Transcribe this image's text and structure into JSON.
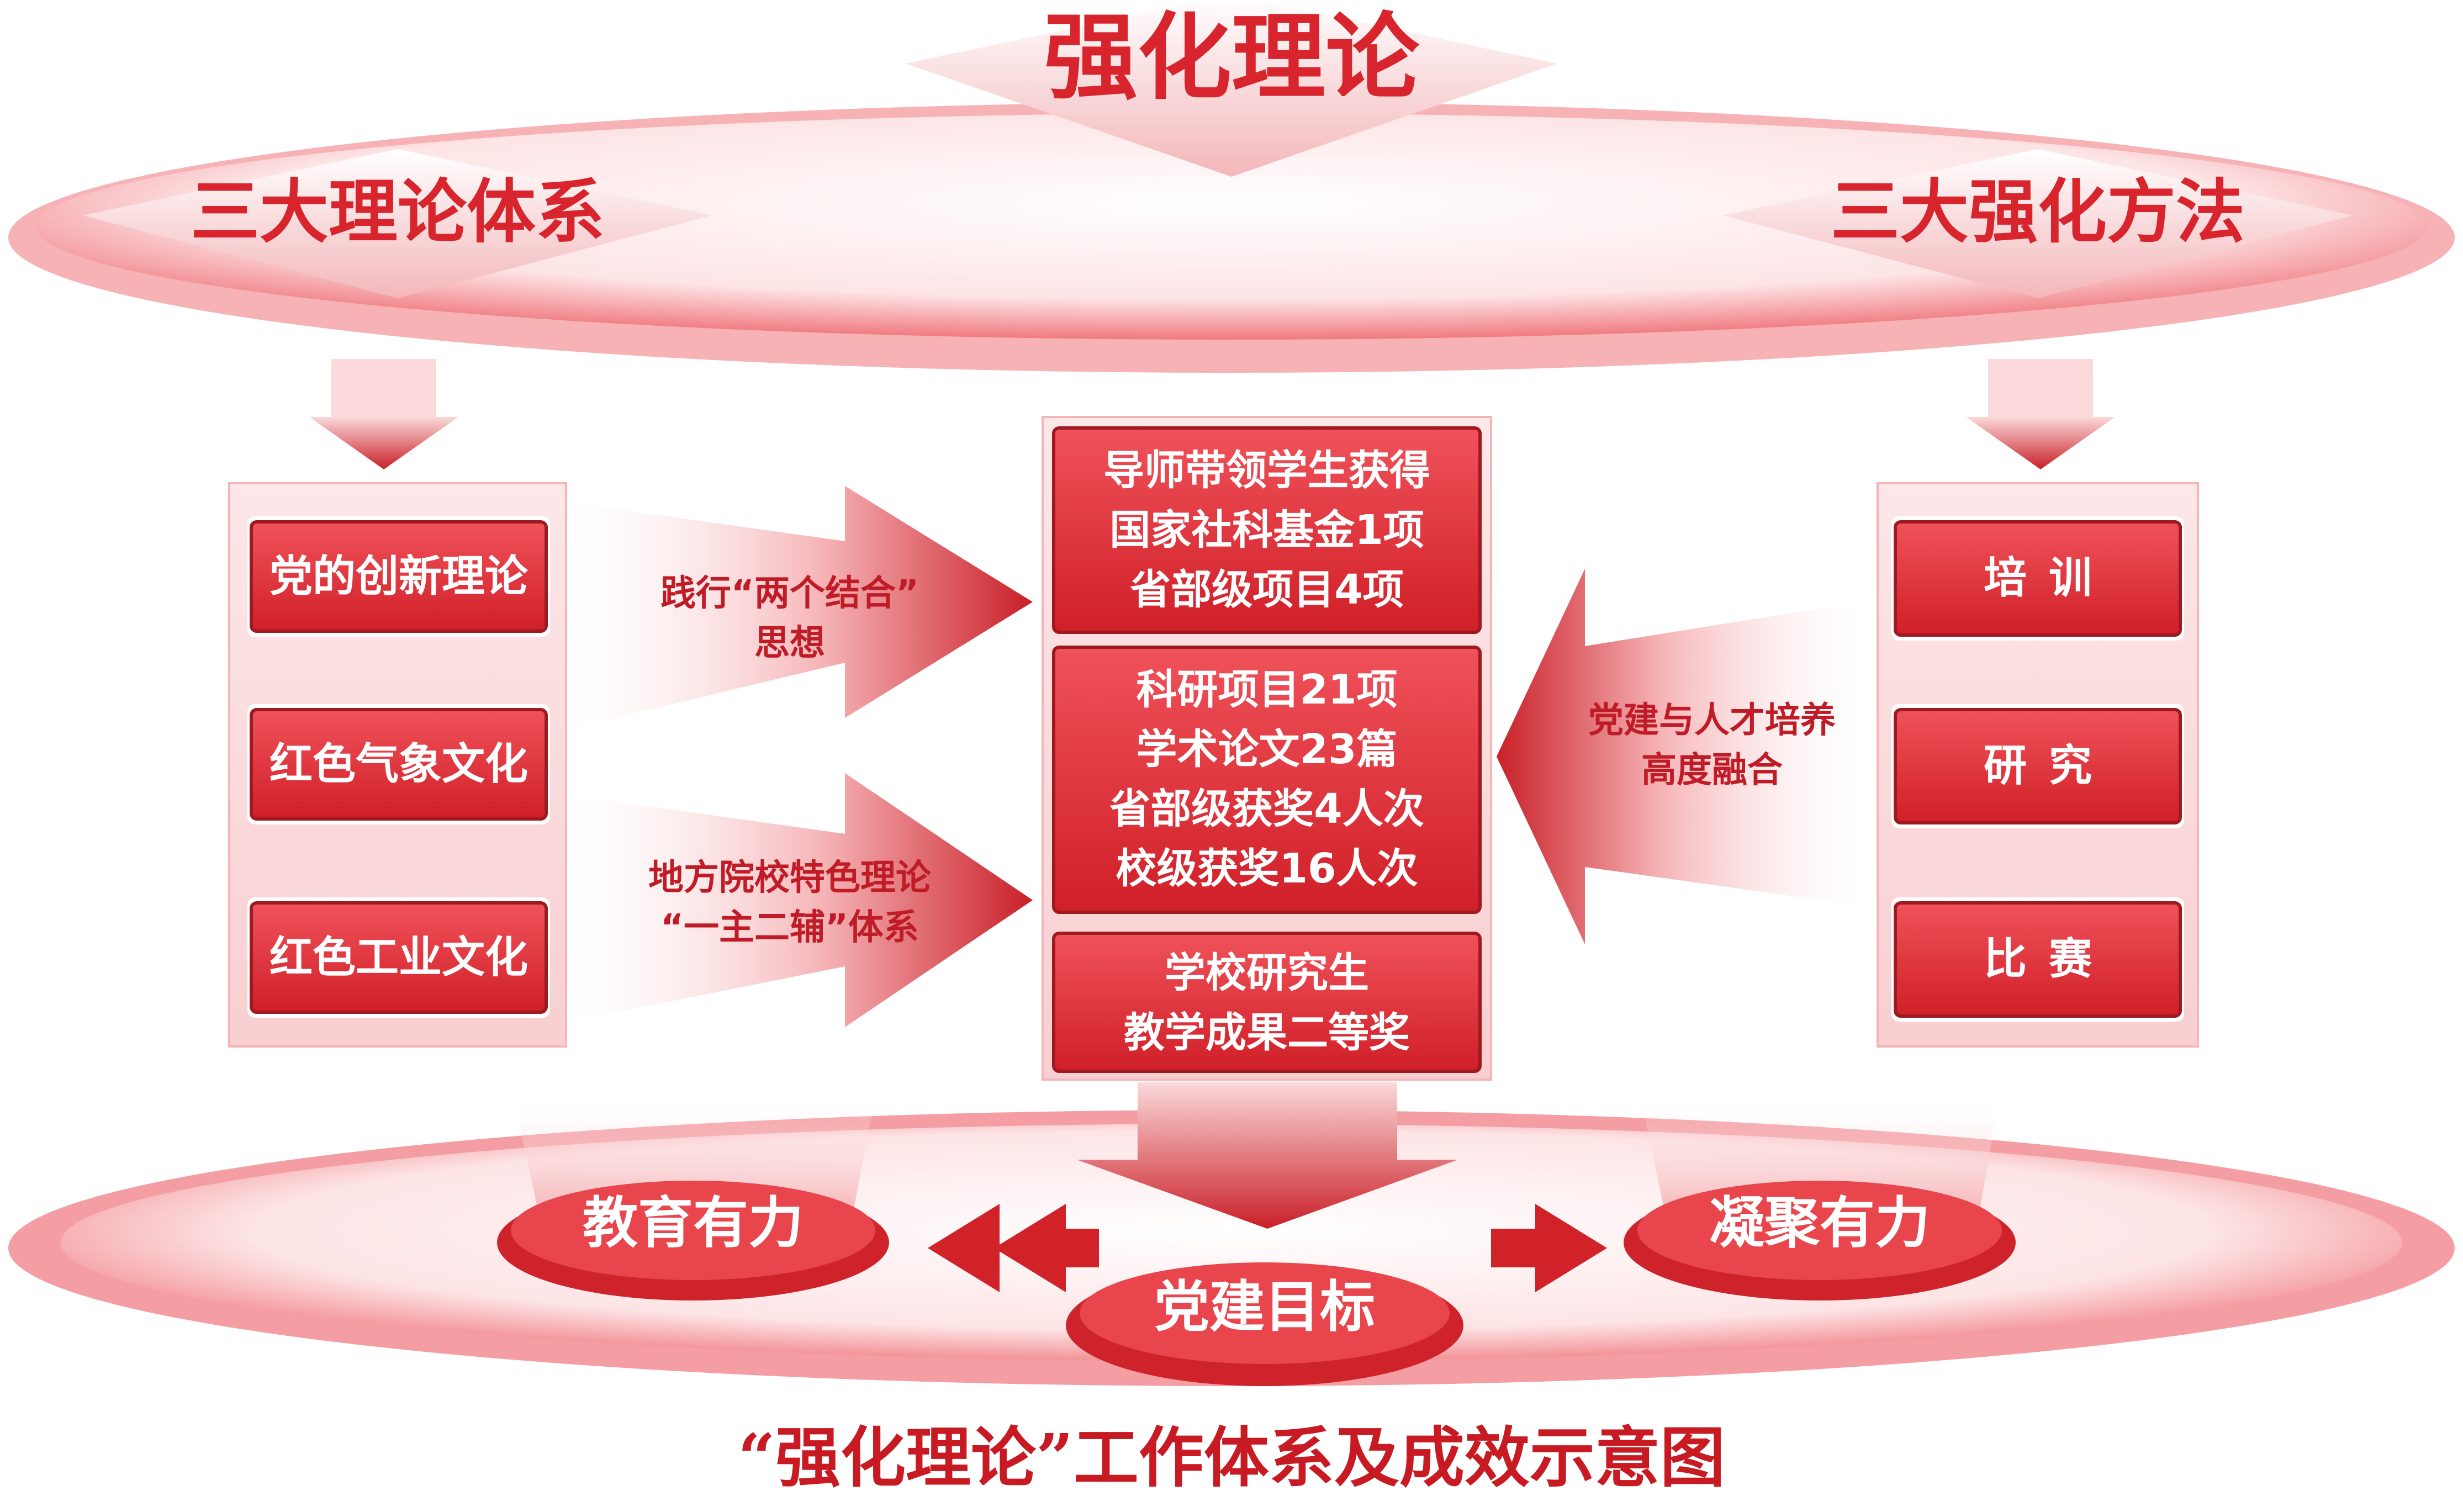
{
  "header": {
    "title": "强化理论",
    "left_title": "三大理论体系",
    "right_title": "三大强化方法"
  },
  "left_system": {
    "items": [
      "党的创新理论",
      "红色气象文化",
      "红色工业文化"
    ]
  },
  "right_methods": {
    "items": [
      "培训",
      "研究",
      "比赛"
    ]
  },
  "arrows": {
    "upper_left_lines": [
      "践行“两个结合”",
      "思想"
    ],
    "lower_left_lines": [
      "地方院校特色理论",
      "“一主二辅”体系"
    ],
    "right_lines": [
      "党建与人才培养",
      "高度融合"
    ]
  },
  "results": {
    "box1_lines": [
      "导师带领学生获得",
      "国家社科基金1项",
      "省部级项目4项"
    ],
    "box2_lines": [
      "科研项目21项",
      "学术论文23篇",
      "省部级获奖4人次",
      "校级获奖16人次"
    ],
    "box3_lines": [
      "学校研究生",
      "教学成果二等奖"
    ]
  },
  "goals": {
    "left": "教育有力",
    "center": "党建目标",
    "right": "凝聚有力"
  },
  "caption": "“强化理论”工作体系及成效示意图",
  "colors": {
    "primary_red": "#d8242c",
    "deep_red": "#b71c22",
    "light_red": "#f7c9cb",
    "pale_pink": "#fdecec"
  }
}
